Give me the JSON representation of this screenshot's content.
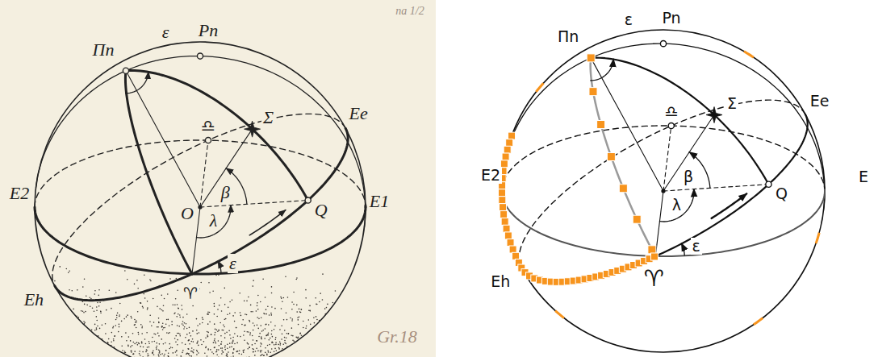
{
  "diagram": {
    "labels": [
      "Πn",
      "ε",
      "Pn",
      "Σ",
      "♎︎",
      "Ee",
      "E2",
      "O",
      "β",
      "λ",
      "Q",
      "E1",
      "ε",
      "Eh",
      "♈︎",
      "na 1/2",
      "Gr.18",
      "Πn",
      "ε",
      "Pn",
      "Σ",
      "♎︎",
      "Ee",
      "E2",
      "β",
      "λ",
      "Q",
      "E",
      "ε",
      "Eh",
      "♈︎"
    ]
  }
}
